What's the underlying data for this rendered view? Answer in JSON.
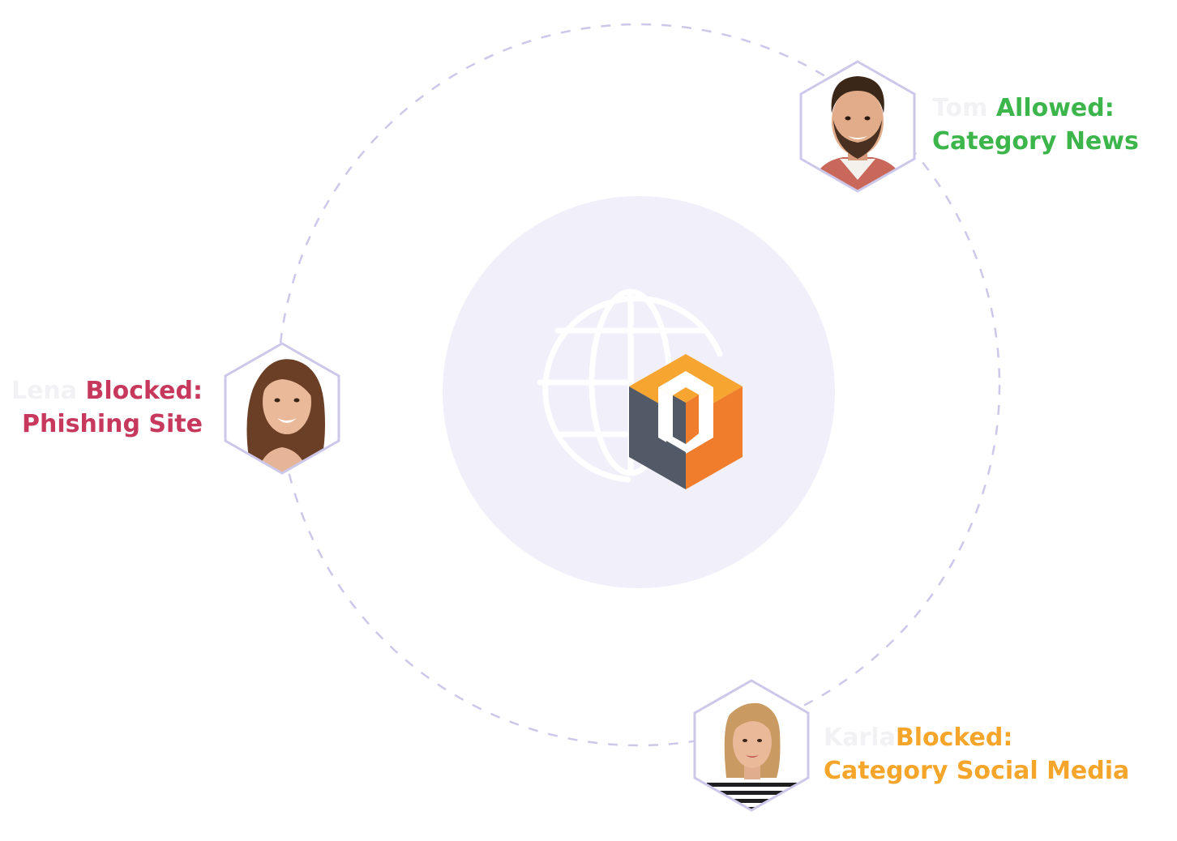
{
  "colors": {
    "orbit": "#cdc7ea",
    "center_disc": "#f1eff9",
    "globe": "#ffffff",
    "hex_border": "#cdc7ea",
    "allowed": "#3cb54b",
    "blocked_phishing": "#c7385d",
    "blocked_social": "#f5a52a",
    "logo_light": "#f7a531",
    "logo_dark": "#f07d2c",
    "logo_slate": "#515a66"
  },
  "users": [
    {
      "id": "tom",
      "name": "Tom",
      "status": "Allowed:",
      "detail": "Category News",
      "color": "#3cb54b",
      "avatar": "man-avatar-icon"
    },
    {
      "id": "lena",
      "name": "Lena",
      "status": "Blocked:",
      "detail": "Phishing Site",
      "color": "#c7385d",
      "avatar": "woman-avatar-icon"
    },
    {
      "id": "karla",
      "name": "Karla",
      "status": "Blocked:",
      "detail": "Category Social Media",
      "color": "#f5a52a",
      "avatar": "woman-avatar-icon"
    }
  ],
  "center": {
    "icons": [
      "globe-icon",
      "perimeter81-logo-icon"
    ]
  }
}
